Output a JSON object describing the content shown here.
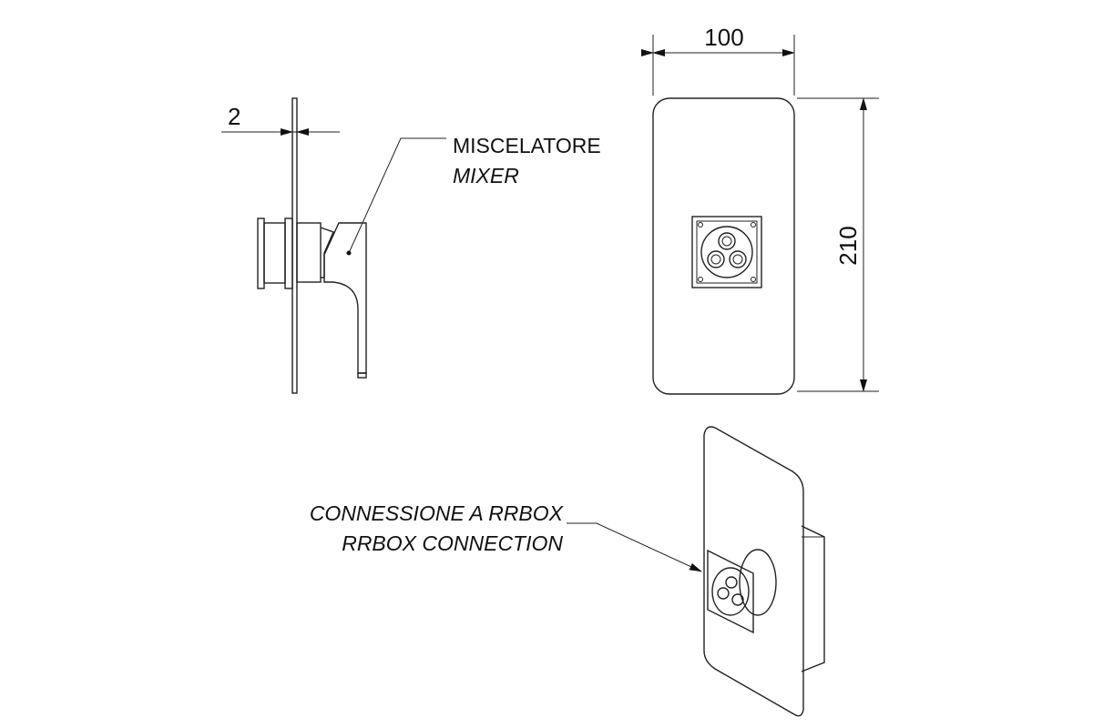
{
  "dimensions": {
    "thickness": "2",
    "width": "100",
    "height": "210"
  },
  "labels": {
    "mixer_it": "MISCELATORE",
    "mixer_en": "MIXER",
    "connection_it": "CONNESSIONE A RRBOX",
    "connection_en": "RRBOX CONNECTION"
  },
  "colors": {
    "line": "#222222",
    "background": "#ffffff"
  }
}
